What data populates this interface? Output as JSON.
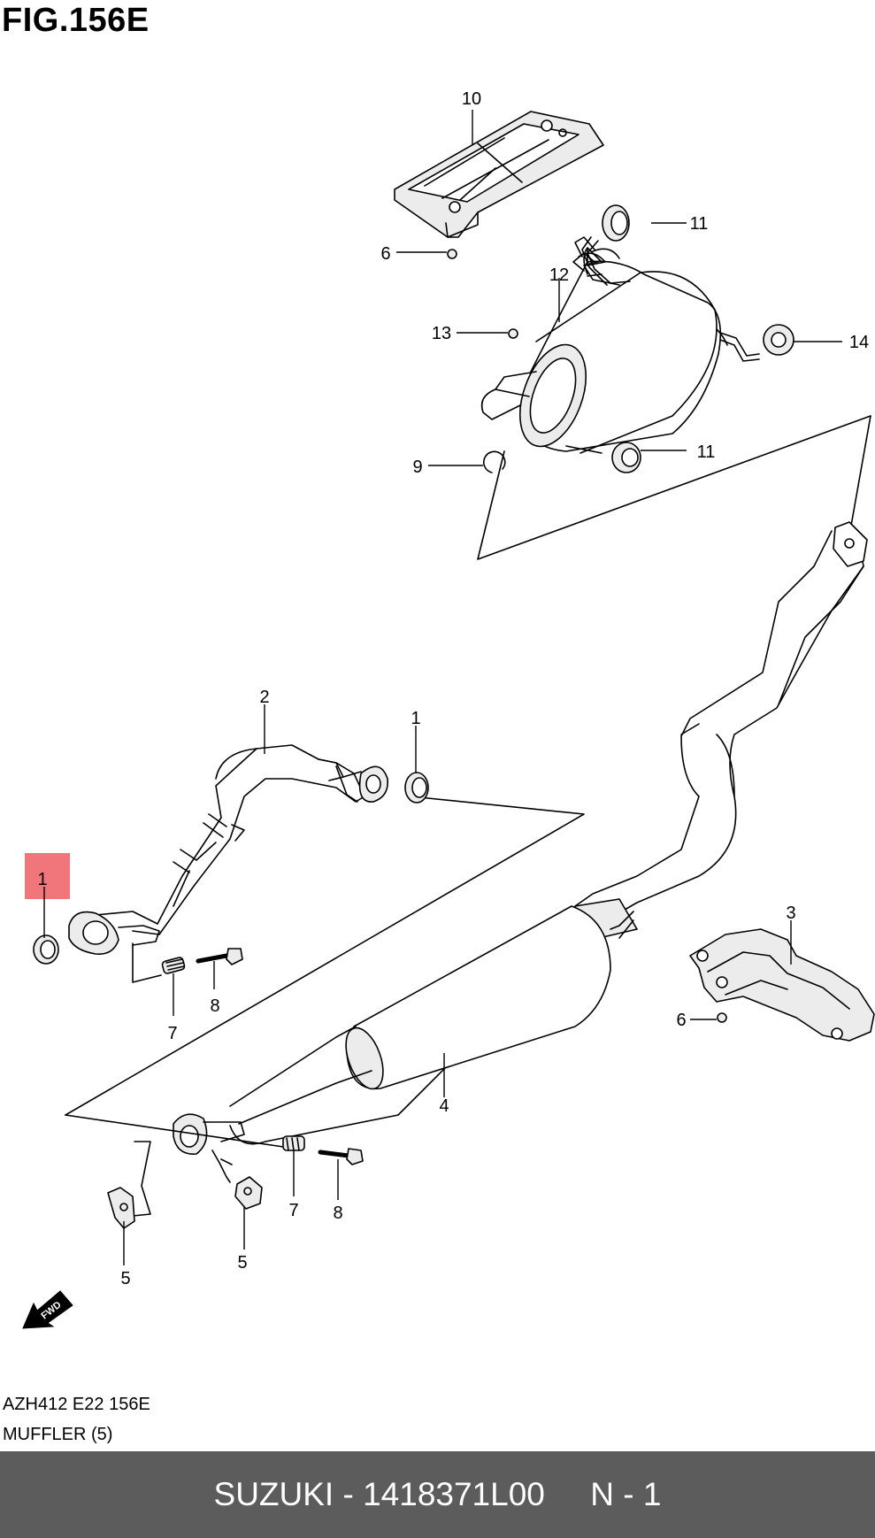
{
  "figure": {
    "title": "FIG.156E"
  },
  "colors": {
    "highlight": "#f0767b",
    "footer_bg": "#5c5c5c",
    "footer_text": "#ffffff",
    "line": "#000000",
    "part_fill": "#ececec"
  },
  "callouts": [
    {
      "id": "c-10",
      "label": "10"
    },
    {
      "id": "c-11a",
      "label": "11"
    },
    {
      "id": "c-6a",
      "label": "6"
    },
    {
      "id": "c-12",
      "label": "12"
    },
    {
      "id": "c-13",
      "label": "13"
    },
    {
      "id": "c-14",
      "label": "14"
    },
    {
      "id": "c-9",
      "label": "9"
    },
    {
      "id": "c-11b",
      "label": "11"
    },
    {
      "id": "c-2",
      "label": "2"
    },
    {
      "id": "c-1a",
      "label": "1"
    },
    {
      "id": "c-1b",
      "label": "1",
      "highlighted": true
    },
    {
      "id": "c-7a",
      "label": "7"
    },
    {
      "id": "c-8a",
      "label": "8"
    },
    {
      "id": "c-3",
      "label": "3"
    },
    {
      "id": "c-6b",
      "label": "6"
    },
    {
      "id": "c-4",
      "label": "4"
    },
    {
      "id": "c-7b",
      "label": "7"
    },
    {
      "id": "c-8b",
      "label": "8"
    },
    {
      "id": "c-5a",
      "label": "5"
    },
    {
      "id": "c-5b",
      "label": "5"
    }
  ],
  "fwd_icon": {
    "name": "forward-arrow-icon",
    "text": "FWD"
  },
  "caption": {
    "code": "AZH412 E22 156E",
    "name": "MUFFLER (5)"
  },
  "footer": {
    "text": "SUZUKI - 1418371L00     N - 1"
  }
}
